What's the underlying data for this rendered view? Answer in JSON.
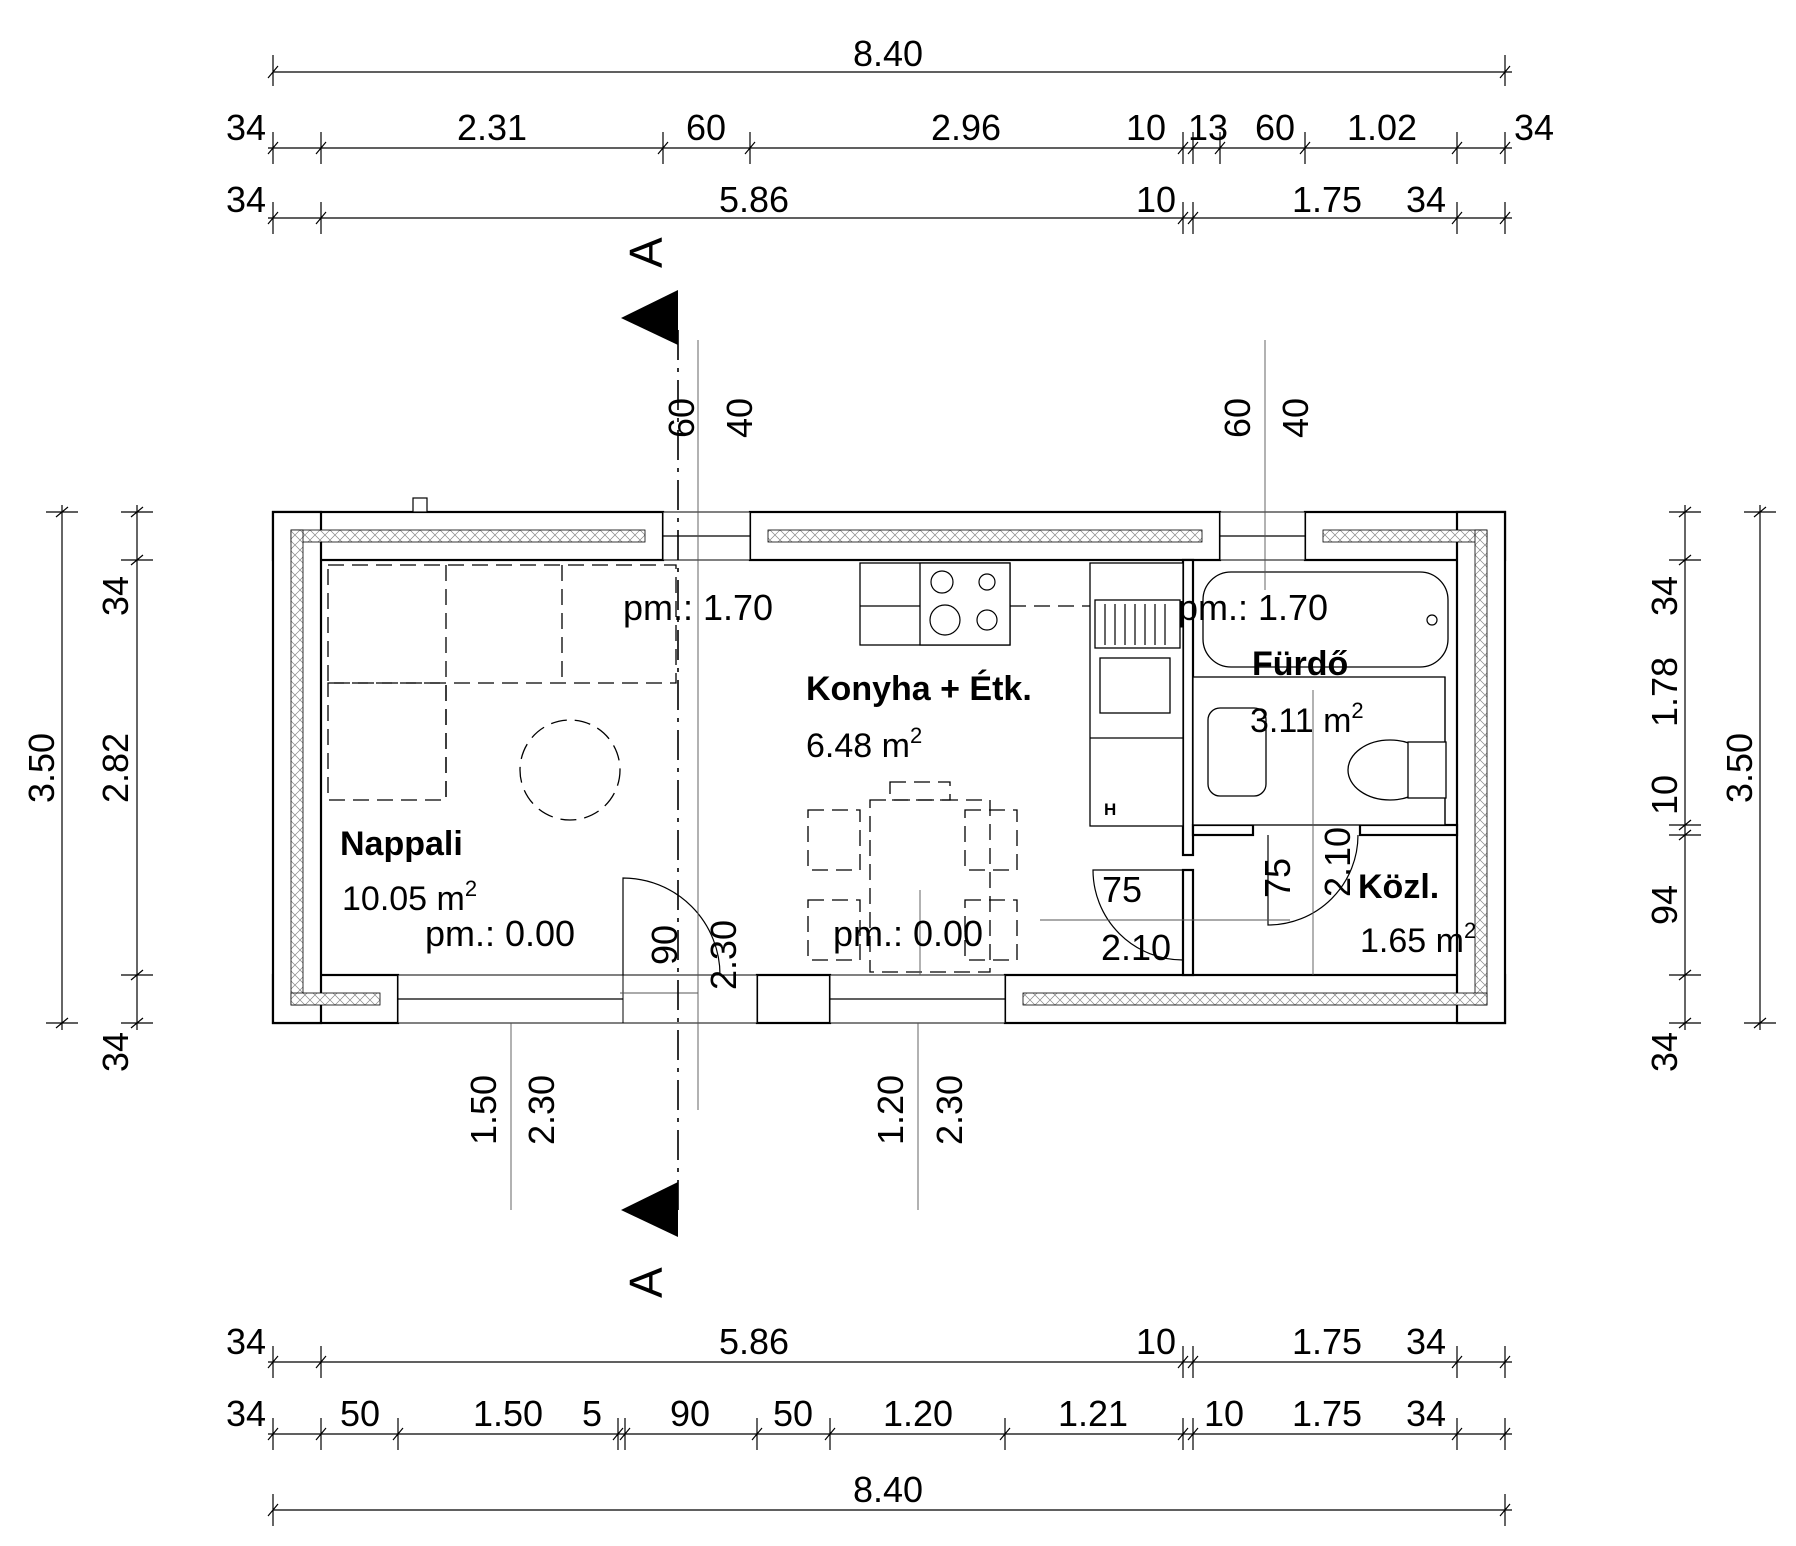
{
  "dimensions": {
    "top_overall": "8.40",
    "top_row1": [
      "34",
      "2.31",
      "60",
      "2.96",
      "10",
      "13",
      "60",
      "1.02",
      "34"
    ],
    "top_row2": [
      "34",
      "5.86",
      "10",
      "1.75",
      "34"
    ],
    "bottom_row1": [
      "34",
      "5.86",
      "10",
      "1.75",
      "34"
    ],
    "bottom_row2": [
      "34",
      "50",
      "1.50",
      "5",
      "90",
      "50",
      "1.20",
      "1.21",
      "10",
      "1.75",
      "34"
    ],
    "bottom_overall": "8.40",
    "left_overall": "3.50",
    "left_inner": [
      "34",
      "2.82",
      "34"
    ],
    "right_inner": [
      "34",
      "1.78",
      "10",
      "94",
      "34"
    ],
    "right_overall": "3.50",
    "window_top_left": [
      "60",
      "40"
    ],
    "window_top_right": [
      "60",
      "40"
    ],
    "window_bottom_left": [
      "1.50",
      "2.30"
    ],
    "window_bottom_right": [
      "1.20",
      "2.30"
    ],
    "door_entry": [
      "90",
      "2.30"
    ],
    "door_kitchen": [
      "75",
      "2.10"
    ],
    "door_bath": [
      "75",
      "2.10"
    ]
  },
  "rooms": {
    "nappali": {
      "name": "Nappali",
      "area": "10.05 m",
      "level": "pm.: 0.00"
    },
    "konyha": {
      "name": "Konyha + Étk.",
      "area": "6.48 m",
      "level": "pm.: 0.00"
    },
    "furdo": {
      "name": "Fürdő",
      "area": "3.11 m",
      "level": "pm.: 1.70"
    },
    "kozl": {
      "name": "Közl.",
      "area": "1.65 m"
    }
  },
  "levels": {
    "kitchen_sill": "pm.: 1.70"
  },
  "area_unit_exponent": "2",
  "section": {
    "label": "A"
  },
  "appliance_label": "H"
}
